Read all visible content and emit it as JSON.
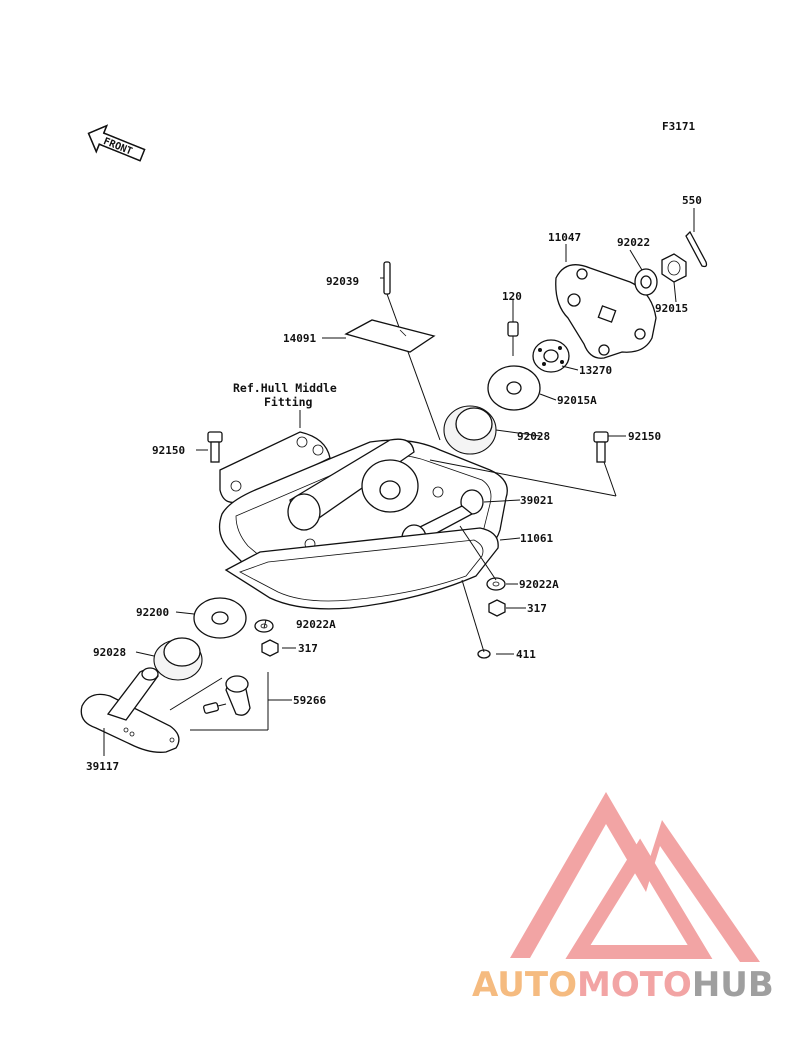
{
  "figure_code": "F3171",
  "front_label": "FRONT",
  "reference_note": [
    "Ref.Hull Middle",
    "Fitting"
  ],
  "parts": [
    {
      "id": "550"
    },
    {
      "id": "11047"
    },
    {
      "id": "92022"
    },
    {
      "id": "92015"
    },
    {
      "id": "92039"
    },
    {
      "id": "120"
    },
    {
      "id": "14091"
    },
    {
      "id": "13270"
    },
    {
      "id": "92015A"
    },
    {
      "id": "92028"
    },
    {
      "id": "92150"
    },
    {
      "id": "92150"
    },
    {
      "id": "39021"
    },
    {
      "id": "11061"
    },
    {
      "id": "92022A"
    },
    {
      "id": "317"
    },
    {
      "id": "92200"
    },
    {
      "id": "92022A"
    },
    {
      "id": "92028"
    },
    {
      "id": "317"
    },
    {
      "id": "411"
    },
    {
      "id": "59266"
    },
    {
      "id": "39117"
    }
  ],
  "watermark": {
    "part1": "AUTO",
    "part2": "MOTO",
    "part3": "HUB"
  },
  "colors": {
    "logo_red": "#f2a0a0",
    "logo_orange": "#f5b87a",
    "logo_gray": "#9a9a9a",
    "line": "#111111"
  }
}
